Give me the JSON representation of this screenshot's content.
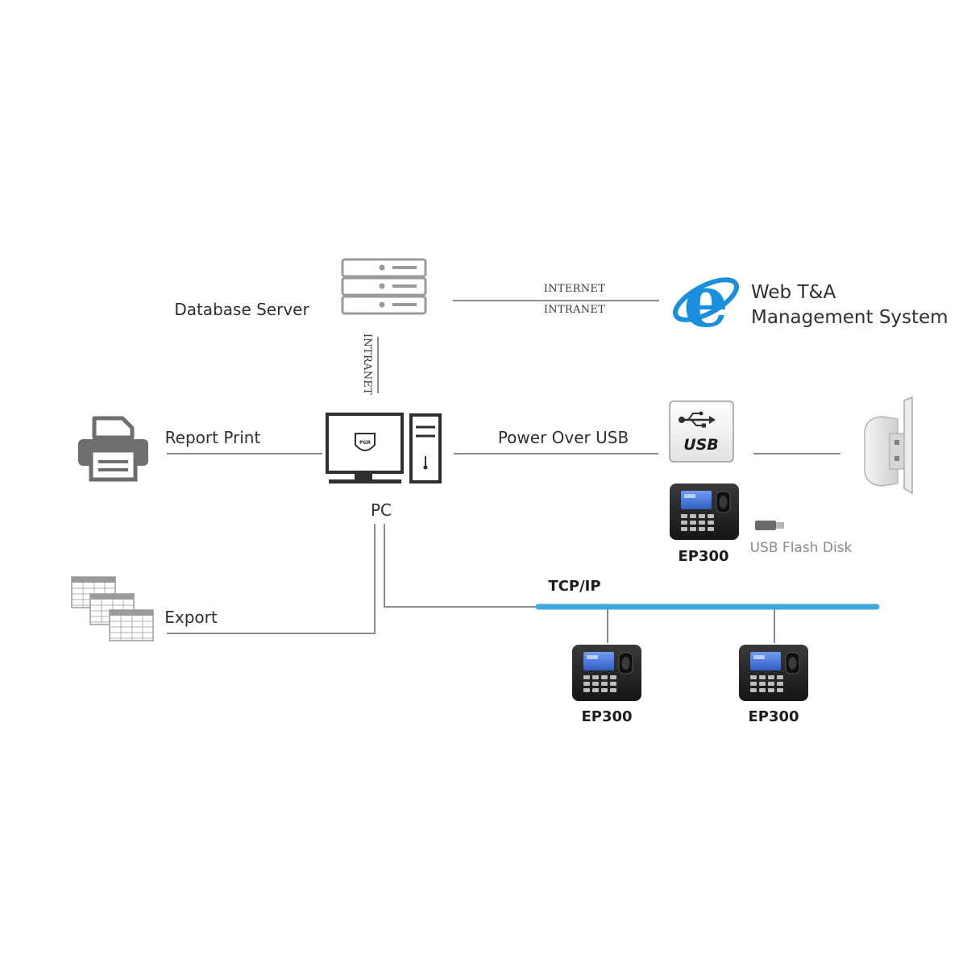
{
  "nodes": {
    "database_server": "Database Server",
    "web_system_line1": "Web T&A",
    "web_system_line2": "Management System",
    "report_print": "Report Print",
    "pc": "PC",
    "power_over_usb": "Power Over USB",
    "usb_badge": "USB",
    "usb_flash_disk": "USB Flash Disk",
    "export": "Export",
    "tcpip": "TCP/IP",
    "device_usb": "EP300",
    "device_tcp_1": "EP300",
    "device_tcp_2": "EP300"
  },
  "links": {
    "internet": "INTERNET",
    "intranet_horizontal": "INTRANET",
    "intranet_vertical": "INTRANET",
    "pc_screen_badge": "PGR"
  },
  "colors": {
    "tcp_bus": "#3fa9e0",
    "ie_blue": "#1a8fe0",
    "line_grey": "#8c8c8c",
    "device_body": "#2a2a2a",
    "device_screen": "#4a78d8"
  },
  "icons": {
    "server": "database-server-icon",
    "browser": "internet-explorer-icon",
    "printer": "printer-icon",
    "computer": "desktop-computer-icon",
    "usb": "usb-icon",
    "power_adapter": "wall-power-adapter-icon",
    "flash_disk": "usb-flash-disk-icon",
    "spreadsheets": "spreadsheet-export-icon",
    "terminal": "ep300-terminal-icon"
  }
}
